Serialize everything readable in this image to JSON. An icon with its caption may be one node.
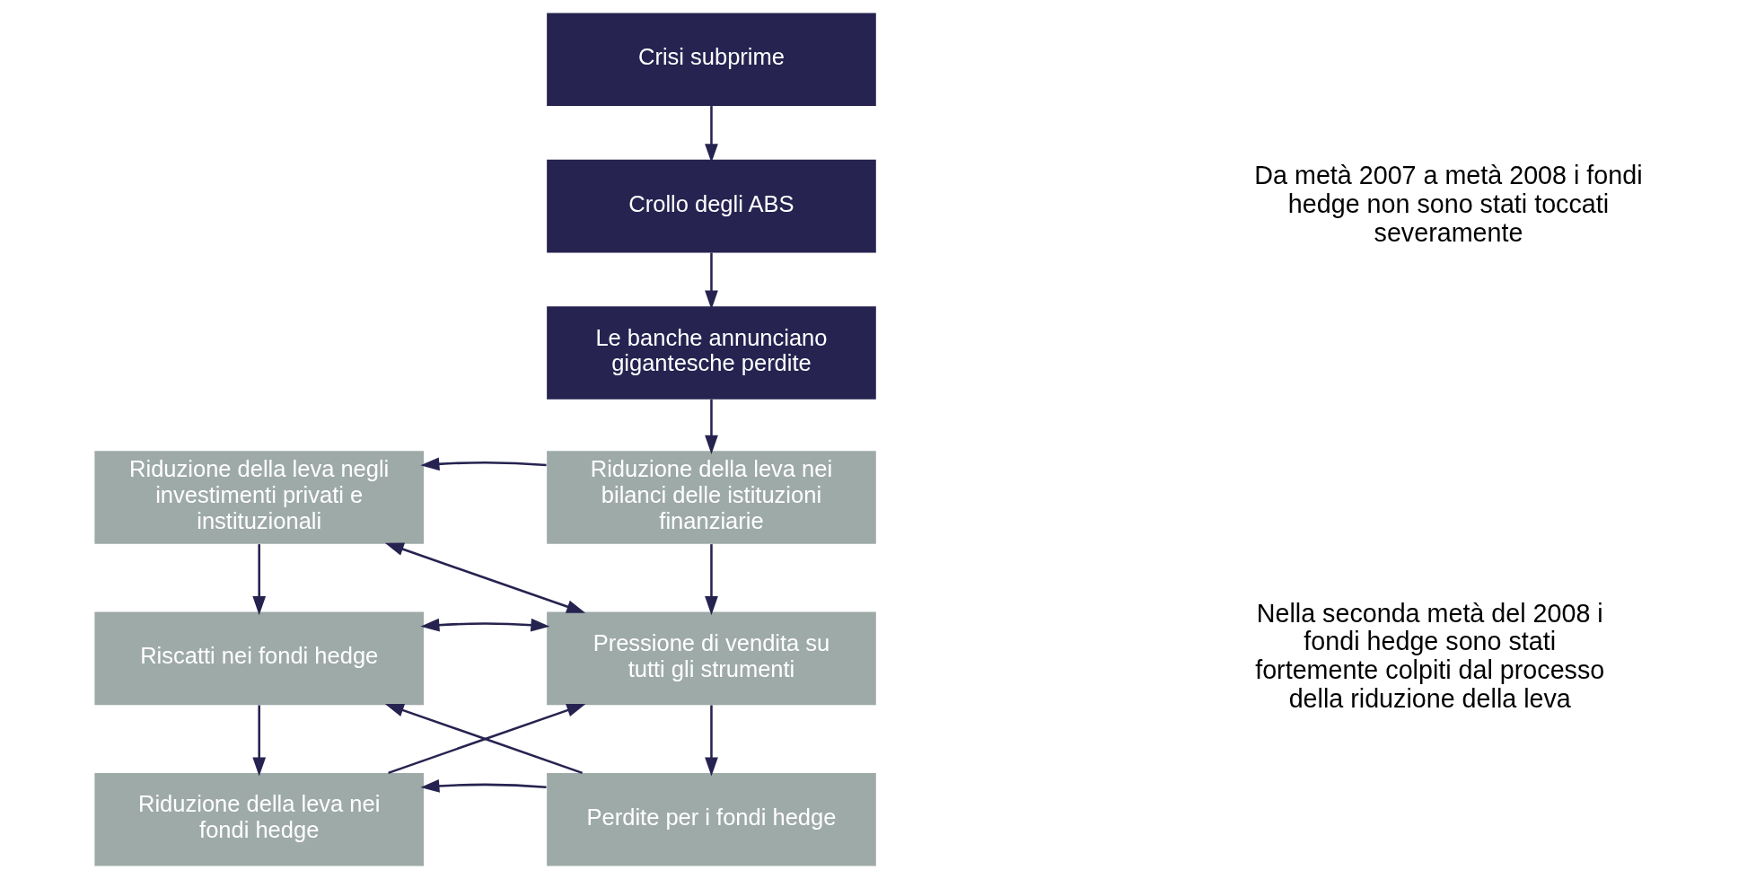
{
  "diagram": {
    "nodes": [
      {
        "text": [
          "Crisi subprime"
        ]
      },
      {
        "text": [
          "Crollo degli ABS"
        ]
      },
      {
        "text": [
          "Le banche annunciano gigantesche perdite"
        ]
      },
      {
        "text": [
          "Riduzione della leva nei bilanci delle istituzioni finanziarie"
        ]
      },
      {
        "text": [
          "Riduzione della leva negli investimenti privati e instituzionali"
        ]
      },
      {
        "text": [
          "Pressione di vendita su tutti gli strumenti"
        ]
      },
      {
        "text": [
          "Riscatti nei fondi hedge"
        ]
      },
      {
        "text": [
          "Perdite per i fondi hedge"
        ]
      },
      {
        "text": [
          "Riduzione della leva nei fondi hedge"
        ]
      }
    ],
    "edges": [
      {
        "from": 0,
        "to": 1,
        "arrow": "to"
      },
      {
        "from": 1,
        "to": 2,
        "arrow": "to"
      },
      {
        "from": 2,
        "to": 3,
        "arrow": "to"
      },
      {
        "from": 3,
        "to": 4,
        "arrow": "to"
      },
      {
        "from": 3,
        "to": 5,
        "arrow": "to"
      },
      {
        "from": 4,
        "to": 5,
        "arrow": "both"
      },
      {
        "from": 4,
        "to": 6,
        "arrow": "to"
      },
      {
        "from": 5,
        "to": 6,
        "arrow": "both"
      },
      {
        "from": 6,
        "to": 8,
        "arrow": "to"
      },
      {
        "from": 7,
        "to": 6,
        "arrow": "to"
      },
      {
        "from": 8,
        "to": 5,
        "arrow": "to"
      },
      {
        "from": 7,
        "to": 8,
        "arrow": "to"
      },
      {
        "from": 5,
        "to": 7,
        "arrow": "to"
      }
    ],
    "labels": [
      "Da metà 2007 a metà 2008 i fondi hedge non sono stati toccati severamente",
      "Nella seconda metà del 2008 i fondi hedge sono stati fortemente colpiti dal processo della riduzione della leva"
    ]
  }
}
